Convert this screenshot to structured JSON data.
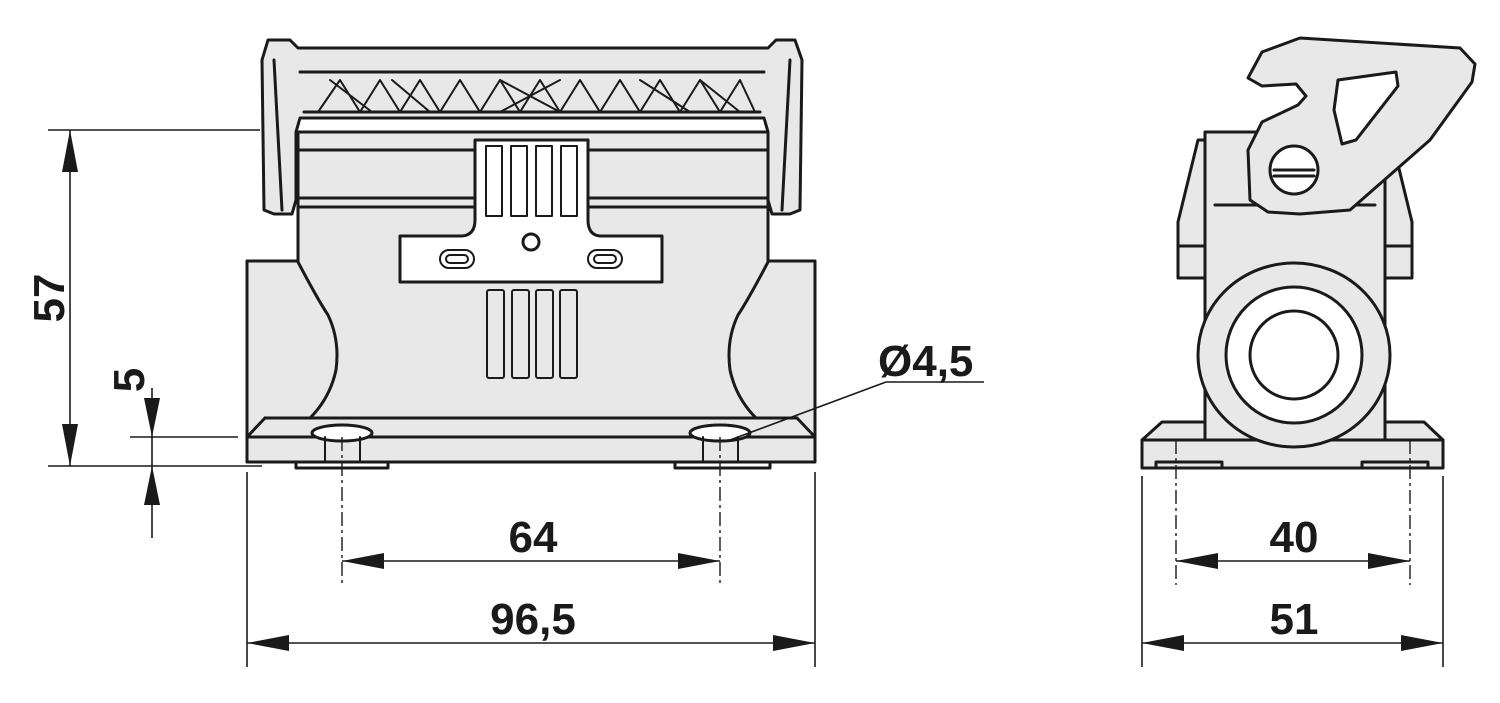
{
  "dimensions": {
    "height_57": "57",
    "flange_5": "5",
    "hole_diameter": "Ø4,5",
    "hole_pitch_front": "64",
    "overall_width_front": "96,5",
    "hole_pitch_side": "40",
    "overall_width_side": "51"
  }
}
